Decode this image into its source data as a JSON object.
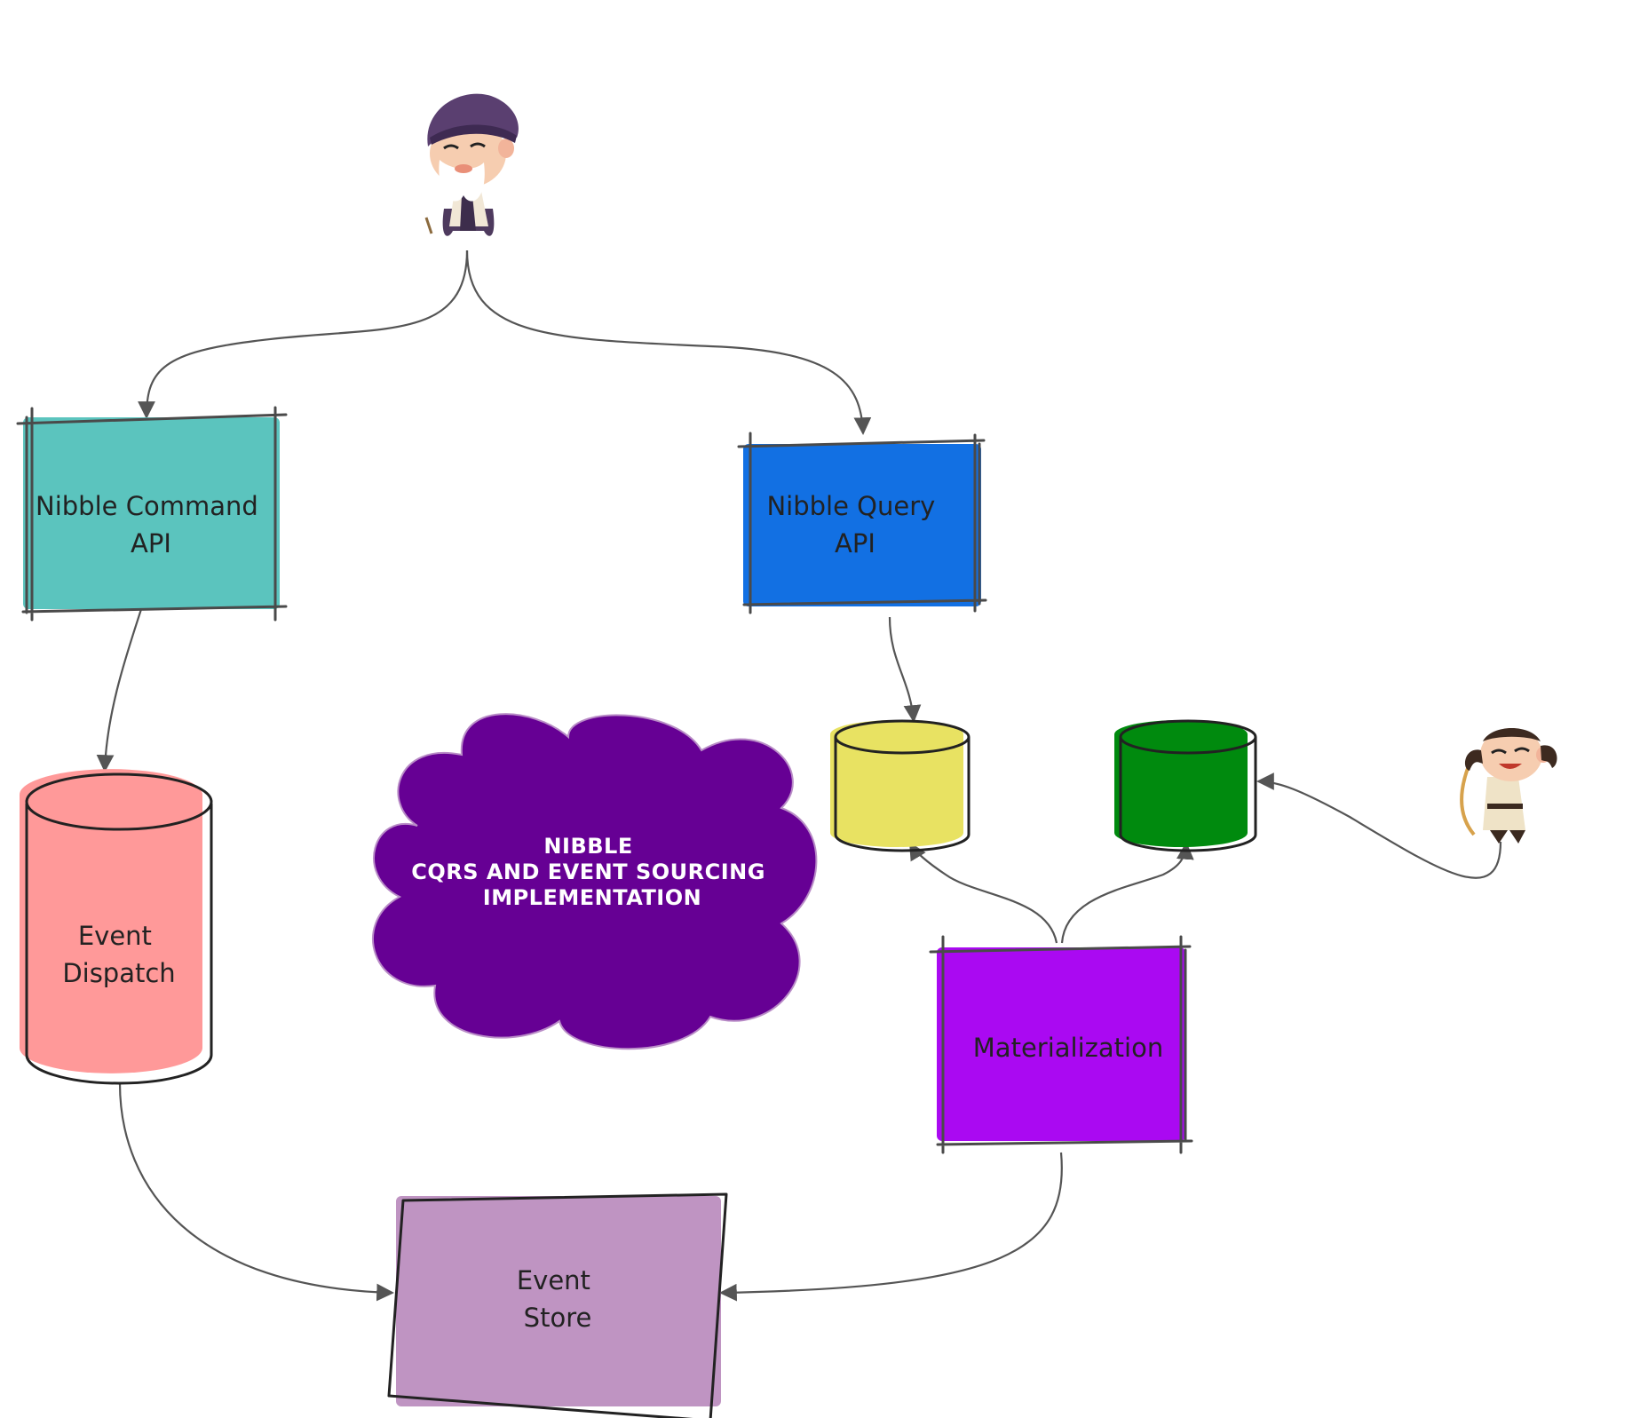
{
  "nodes": {
    "command_api": {
      "line1": "Nibble Command",
      "line2": "API",
      "color": "#5bc4be"
    },
    "query_api": {
      "line1": "Nibble Query",
      "line2": "API",
      "color": "#1270e3"
    },
    "event_dispatch": {
      "line1": "Event",
      "line2": "Dispatch",
      "color": "#ff9999"
    },
    "read_store_yellow": {
      "color": "#e8e262"
    },
    "read_store_green": {
      "color": "#008a0e"
    },
    "materialization": {
      "label": "Materialization",
      "color": "#aa09f2"
    },
    "event_store": {
      "line1": "Event",
      "line2": "Store",
      "color": "#bf94c2"
    }
  },
  "cloud": {
    "line1": "NIBBLE",
    "line2": "CQRS AND EVENT SOURCING",
    "line3": "IMPLEMENTATION",
    "color": "#660094"
  },
  "actors": {
    "top_user": {
      "icon": "old-man-character-icon"
    },
    "side_user": {
      "icon": "archer-character-icon"
    }
  },
  "edges": [
    {
      "from": "top_user",
      "to": "command_api"
    },
    {
      "from": "top_user",
      "to": "query_api"
    },
    {
      "from": "command_api",
      "to": "event_dispatch"
    },
    {
      "from": "query_api",
      "to": "read_store_yellow"
    },
    {
      "from": "event_dispatch",
      "to": "event_store"
    },
    {
      "from": "materialization",
      "to": "event_store"
    },
    {
      "from": "materialization",
      "to": "read_store_yellow"
    },
    {
      "from": "materialization",
      "to": "read_store_green"
    },
    {
      "from": "side_user",
      "to": "read_store_green"
    }
  ]
}
